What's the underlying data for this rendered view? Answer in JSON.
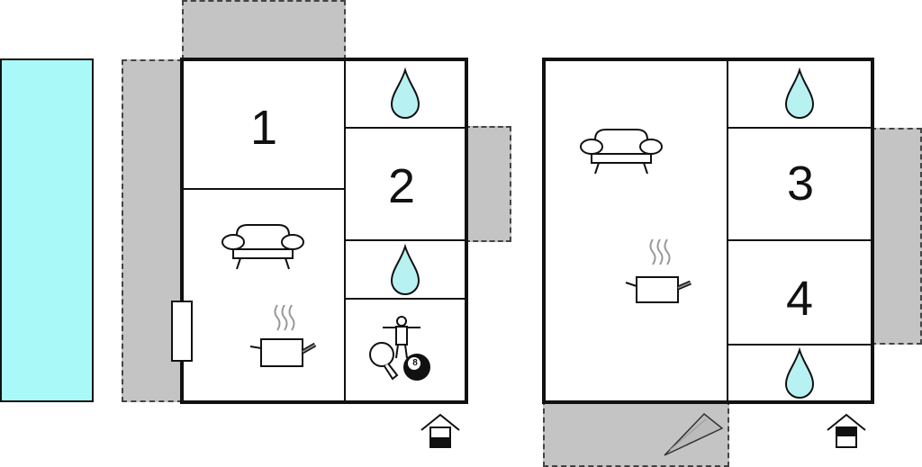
{
  "house_a": {
    "rooms": [
      {
        "label": "1"
      },
      {
        "label": "2"
      }
    ]
  },
  "house_b": {
    "rooms": [
      {
        "label": "3"
      },
      {
        "label": "4"
      }
    ]
  },
  "billiard_ball_label": "8",
  "colors": {
    "pool": "#aaf9f9",
    "terrace": "#c4c4c4",
    "wall": "#111111",
    "water": "#b7f1f2"
  },
  "icons": [
    "water-drop-icon",
    "sofa-icon",
    "cooking-pot-icon",
    "table-football-icon",
    "ping-pong-paddle-icon",
    "billiard-ball-icon",
    "entrance-icon",
    "door-icon",
    "fireplace-icon"
  ]
}
